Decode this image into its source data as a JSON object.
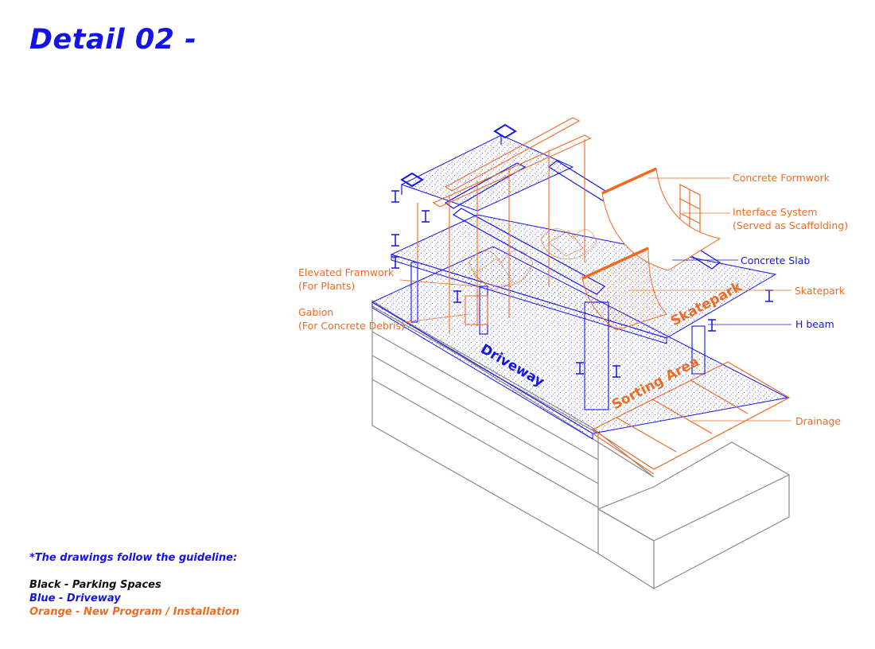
{
  "title": "Detail 02 -",
  "legend": {
    "heading": "*The drawings follow the guideline:",
    "items": [
      "Black - Parking Spaces",
      "Blue - Driveway",
      "Orange - New Program / Installation"
    ]
  },
  "colors": {
    "blue": "#1414e6",
    "orange": "#f26a22",
    "gray": "#8a8a8a",
    "black": "#111111"
  },
  "labels": {
    "concrete_formwork": "Concrete Formwork",
    "interface_system_1": "Interface System",
    "interface_system_2": "(Served as Scaffolding)",
    "concrete_slab": "Concrete Slab",
    "elevated_framework_1": "Elevated Framwork",
    "elevated_framework_2": "(For Plants)",
    "skatepark": "Skatepark",
    "gabion_1": "Gabion",
    "gabion_2": "(For Concrete Debris)",
    "h_beam": "H beam",
    "drainage": "Drainage"
  },
  "zones": {
    "driveway": "Driveway",
    "skatepark": "Skatepark",
    "sorting_area": "Sorting Area"
  }
}
